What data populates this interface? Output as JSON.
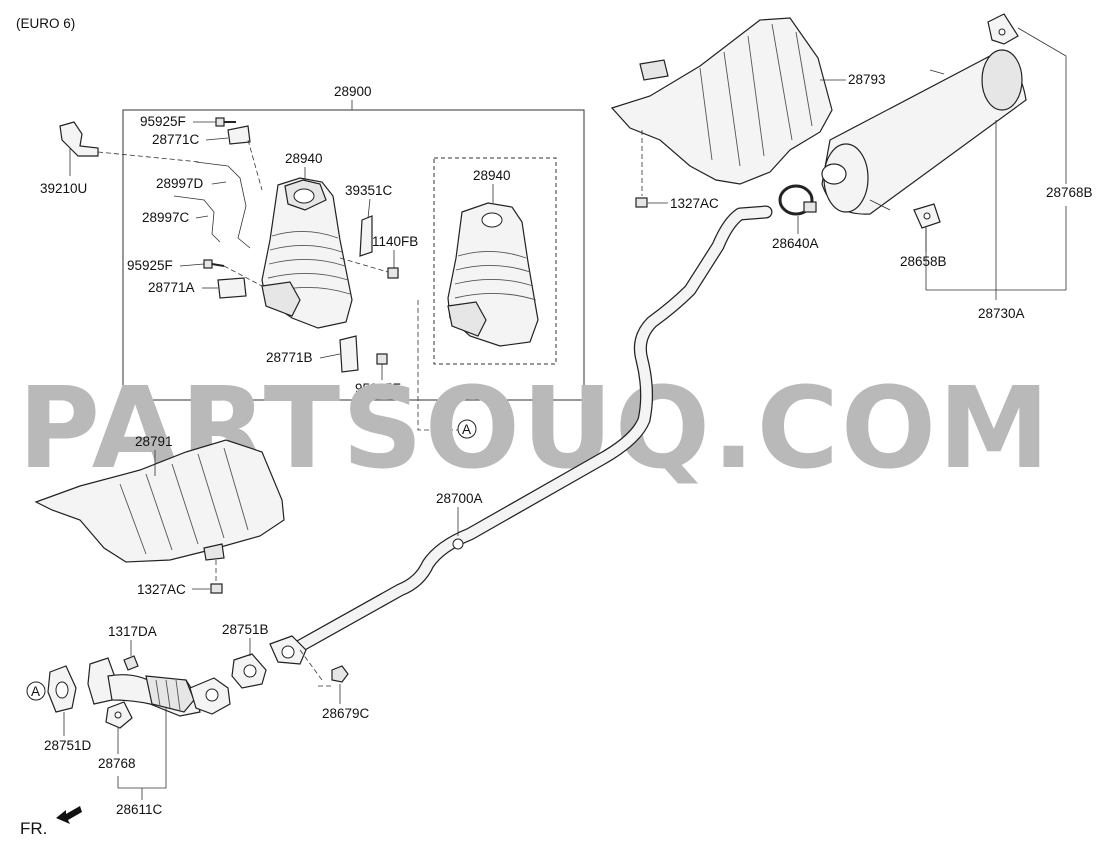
{
  "header": {
    "variant": "(EURO 6)"
  },
  "watermark": {
    "text": "PARTSOUQ.COM"
  },
  "direction": {
    "label": "FR."
  },
  "callout": {
    "letter": "A"
  },
  "parts": {
    "p28900": "28900",
    "p28940_main": "28940",
    "p28940_alt": "28940",
    "p95925F_top": "95925F",
    "p28771C": "28771C",
    "p28997D": "28997D",
    "p28997C": "28997C",
    "p39351C": "39351C",
    "p1140FB": "1140FB",
    "p95925F_mid": "95925F",
    "p28771A": "28771A",
    "p28771B": "28771B",
    "p95925F_bot": "95925F",
    "p39210U": "39210U",
    "p28793": "28793",
    "p1327AC_top": "1327AC",
    "p28640A": "28640A",
    "p28658B": "28658B",
    "p28768B": "28768B",
    "p28730A": "28730A",
    "p28791": "28791",
    "p1327AC_bot": "1327AC",
    "p28700A": "28700A",
    "p1317DA": "1317DA",
    "p28751B": "28751B",
    "p28679C": "28679C",
    "p28751D": "28751D",
    "p28768": "28768",
    "p28611C": "28611C"
  }
}
